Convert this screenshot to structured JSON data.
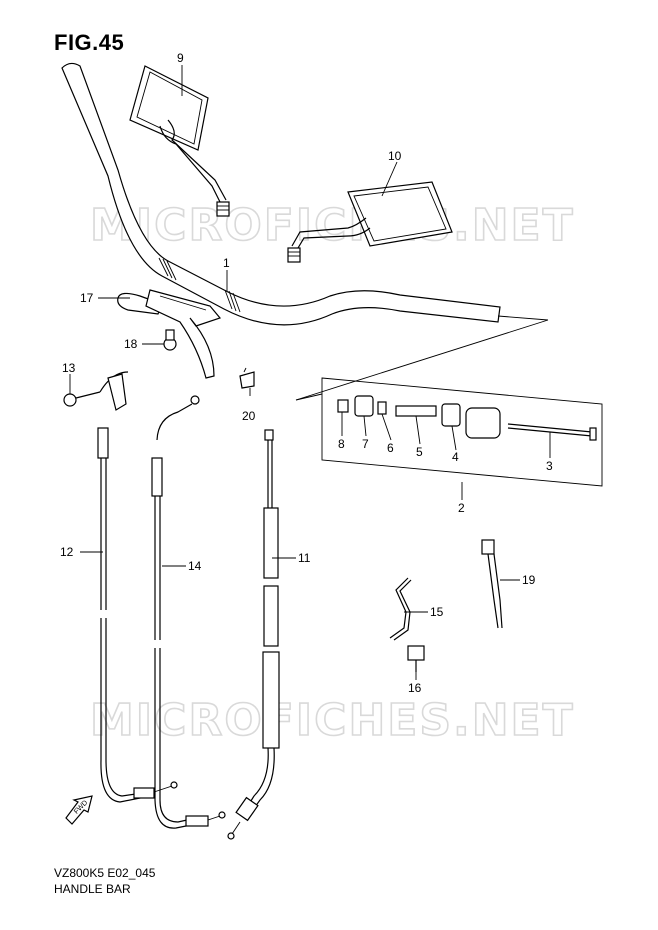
{
  "figure": {
    "title": "FIG.45",
    "model_code": "VZ800K5 E02_045",
    "name": "HANDLE BAR"
  },
  "watermark": "MICROFICHES.NET",
  "arrow_label": "FWD",
  "parts": {
    "p1": "1",
    "p2": "2",
    "p3": "3",
    "p4": "4",
    "p5": "5",
    "p6": "6",
    "p7": "7",
    "p8": "8",
    "p9": "9",
    "p10": "10",
    "p11": "11",
    "p12": "12",
    "p13": "13",
    "p14": "14",
    "p15": "15",
    "p16": "16",
    "p17": "17",
    "p18": "18",
    "p19": "19",
    "p20": "20"
  }
}
